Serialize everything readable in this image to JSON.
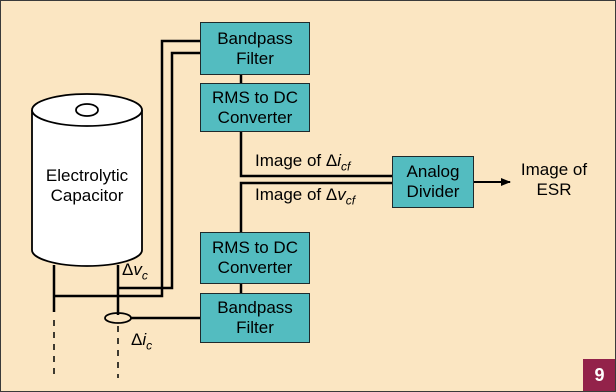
{
  "figure": {
    "number": "9",
    "background": "#fbe6c2",
    "accent": "#53bcc0",
    "badge_color": "#93224a"
  },
  "capacitor": {
    "label_line1": "Electrolytic",
    "label_line2": "Capacitor"
  },
  "blocks": {
    "bandpass_top": {
      "line1": "Bandpass",
      "line2": "Filter"
    },
    "rms_top": {
      "line1": "RMS to DC",
      "line2": "Converter"
    },
    "analog_divider": {
      "line1": "Analog",
      "line2": "Divider"
    },
    "rms_bottom": {
      "line1": "RMS to DC",
      "line2": "Converter"
    },
    "bandpass_bottom": {
      "line1": "Bandpass",
      "line2": "Filter"
    }
  },
  "labels": {
    "image_icf": {
      "prefix": "Image of ",
      "delta": "Δ",
      "var": "i",
      "sub": "cf"
    },
    "image_vcf": {
      "prefix": "Image of ",
      "delta": "Δ",
      "var": "v",
      "sub": "cf"
    },
    "output_line1": "Image of",
    "output_line2": "ESR",
    "delta_vc": {
      "delta": "Δ",
      "var": "v",
      "sub": "c"
    },
    "delta_ic": {
      "delta": "Δ",
      "var": "i",
      "sub": "c"
    }
  }
}
